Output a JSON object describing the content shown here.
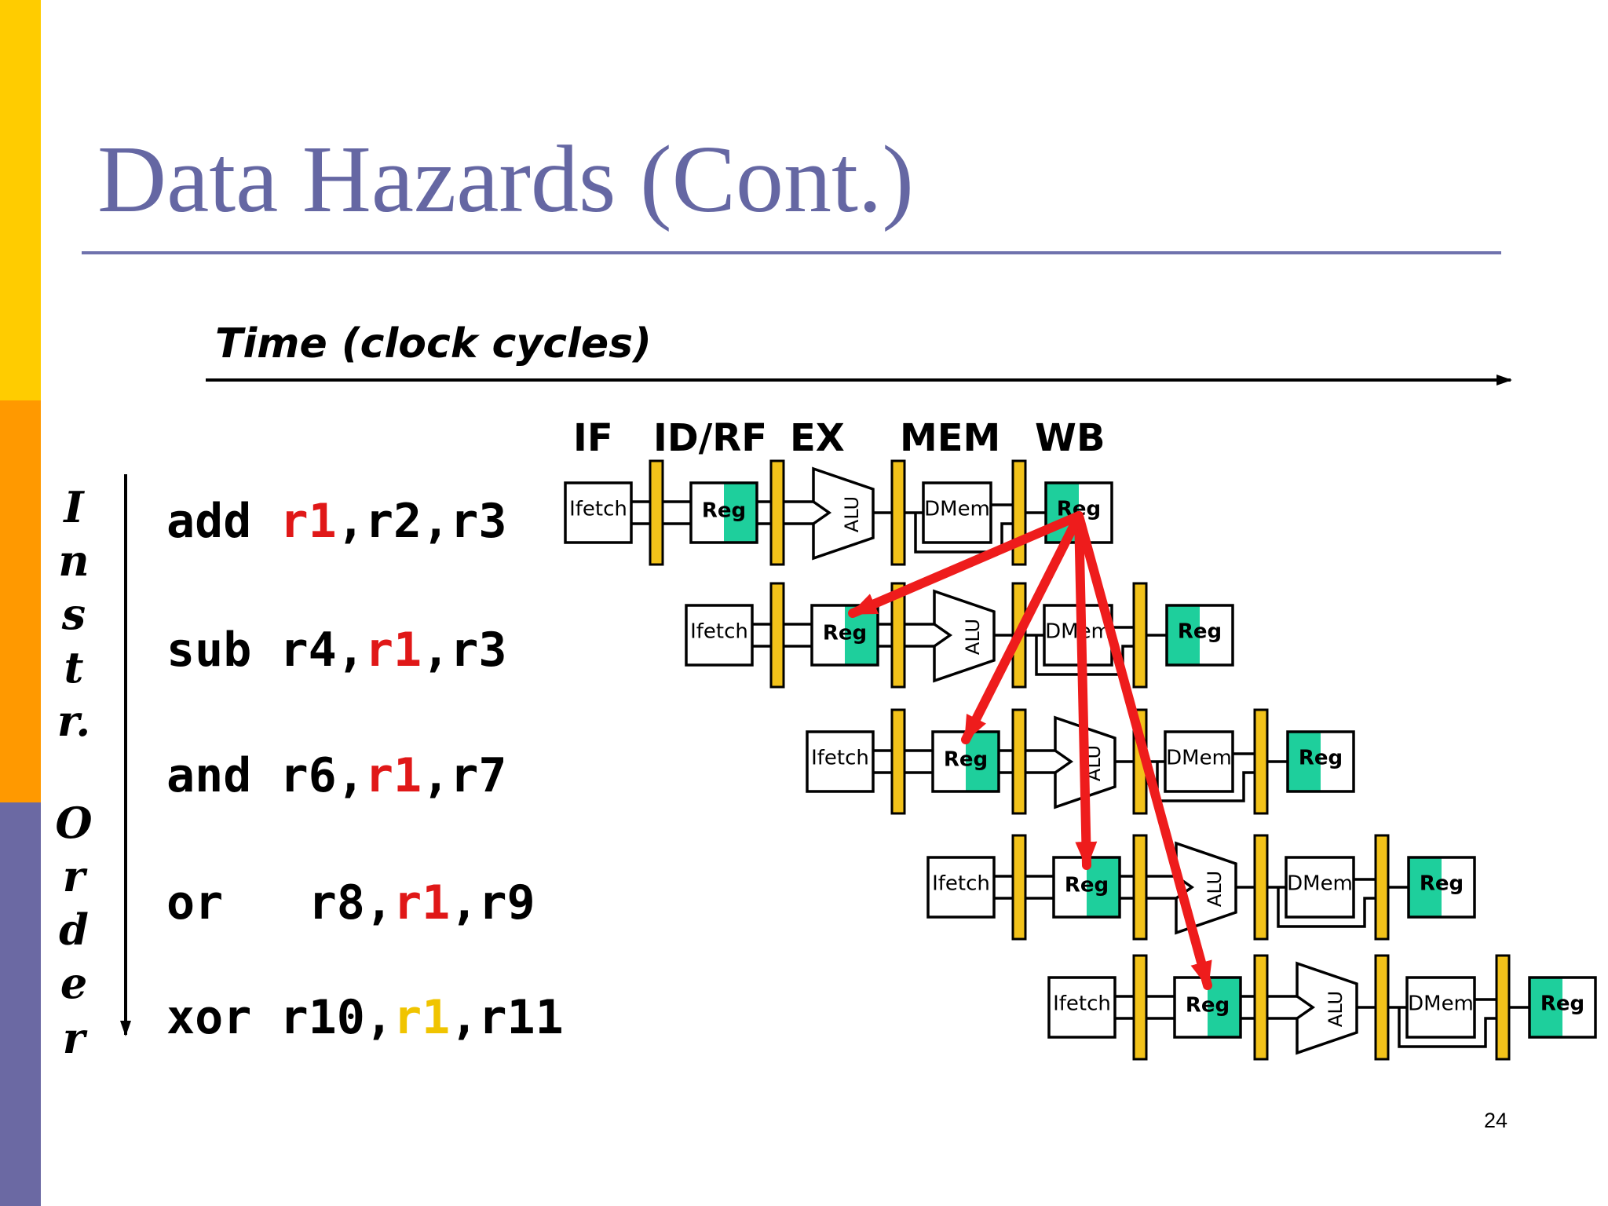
{
  "title": "Data Hazards (Cont.)",
  "time_axis_label": "Time (clock cycles)",
  "stage_headers": [
    "IF",
    "ID/RF",
    "EX",
    "MEM",
    "WB"
  ],
  "order_label": [
    "I",
    "n",
    "s",
    "t",
    "r.",
    "O",
    "r",
    "d",
    "e",
    "r"
  ],
  "instructions": [
    {
      "op": "add",
      "gap": " ",
      "before": "",
      "reg": "r1",
      "after": ",r2,r3",
      "reg_color": "red"
    },
    {
      "op": "sub",
      "gap": " ",
      "before": "r4,",
      "reg": "r1",
      "after": ",r3",
      "reg_color": "red"
    },
    {
      "op": "and",
      "gap": " ",
      "before": "r6,",
      "reg": "r1",
      "after": ",r7",
      "reg_color": "red"
    },
    {
      "op": "or",
      "gap": "   ",
      "before": "r8,",
      "reg": "r1",
      "after": ",r9",
      "reg_color": "red"
    },
    {
      "op": "xor",
      "gap": " ",
      "before": "r10,",
      "reg": "r1",
      "after": ",r11",
      "reg_color": "yellow"
    }
  ],
  "pipeline_block_labels": {
    "fetch": "Ifetch",
    "reg": "Reg",
    "alu": "ALU",
    "mem": "DMem"
  },
  "forwarding": {
    "from_instruction": 0,
    "from_stage": "WB",
    "to_instructions": [
      1,
      2,
      3,
      4
    ],
    "to_stage": "ID/RF",
    "arrow_color": "#ee1c1c"
  },
  "colors": {
    "title": "#6567a3",
    "reg_fill": "#1ecf9c",
    "latch": "#f2c21a",
    "band_top": "#ffcc00",
    "band_mid": "#ff9900",
    "band_bottom": "#6b69a3"
  },
  "page_number": "24"
}
